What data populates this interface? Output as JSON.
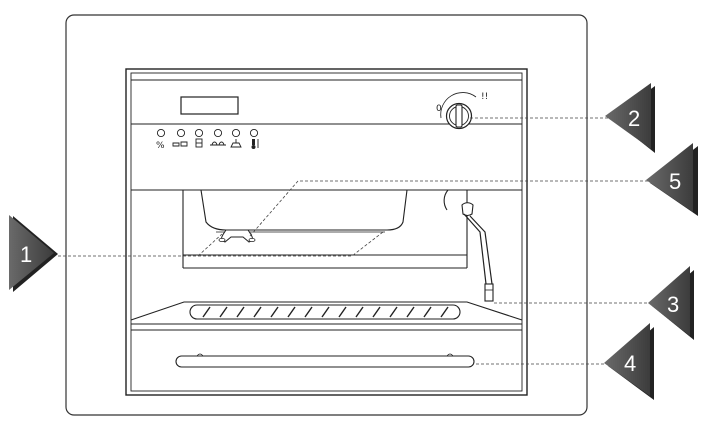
{
  "callouts": {
    "c1": "1",
    "c2": "2",
    "c3": "3",
    "c4": "4",
    "c5": "5"
  },
  "control_panel": {
    "indicator_icons": [
      "percent-icon",
      "coffee-cups-icon",
      "water-tank-icon",
      "descale-icon",
      "steam-icon",
      "temperature-icon"
    ],
    "knob_labels": [
      "0",
      "!!"
    ]
  }
}
